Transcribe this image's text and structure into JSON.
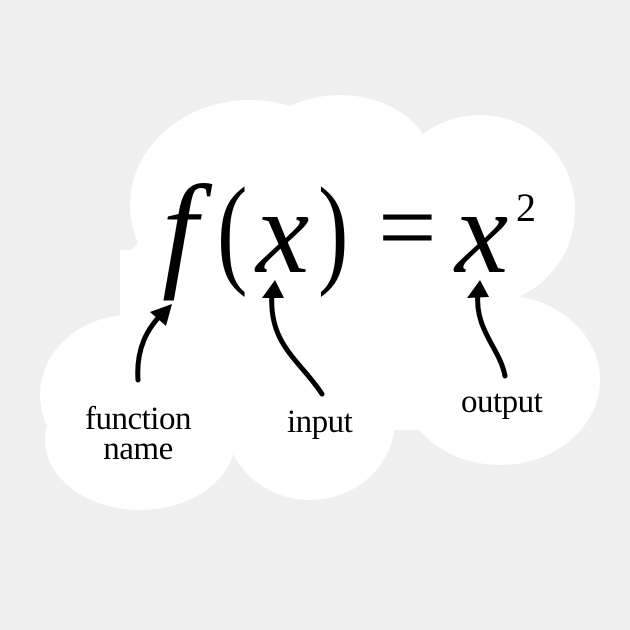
{
  "equation": {
    "function_letter": "f",
    "open_paren": "(",
    "variable": "x",
    "close_paren": ")",
    "equals": "=",
    "output_base": "x",
    "exponent": "2"
  },
  "labels": {
    "function_name_line1": "function",
    "function_name_line2": "name",
    "input": "input",
    "output": "output"
  },
  "colors": {
    "background": "#efefef",
    "sticker": "#ffffff",
    "ink": "#000000"
  }
}
